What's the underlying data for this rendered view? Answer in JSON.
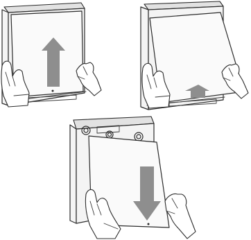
{
  "steps": [
    {
      "id": "step-1",
      "action": "slide-sheet-up",
      "arrow_direction": "up",
      "arrow_color": "#8e8e8e"
    },
    {
      "id": "step-2",
      "action": "tilt-sheet-into-frame",
      "arrow_direction": "up",
      "arrow_color": "#8e8e8e"
    },
    {
      "id": "step-3",
      "action": "pull-sheet-down",
      "arrow_direction": "down",
      "arrow_color": "#8e8e8e"
    }
  ],
  "colors": {
    "line": "#2b2b2b",
    "arrow": "#8e8e8e",
    "frame_fill": "#f4f4f4",
    "sheet_fill": "#fafafa",
    "background": "#ffffff"
  }
}
